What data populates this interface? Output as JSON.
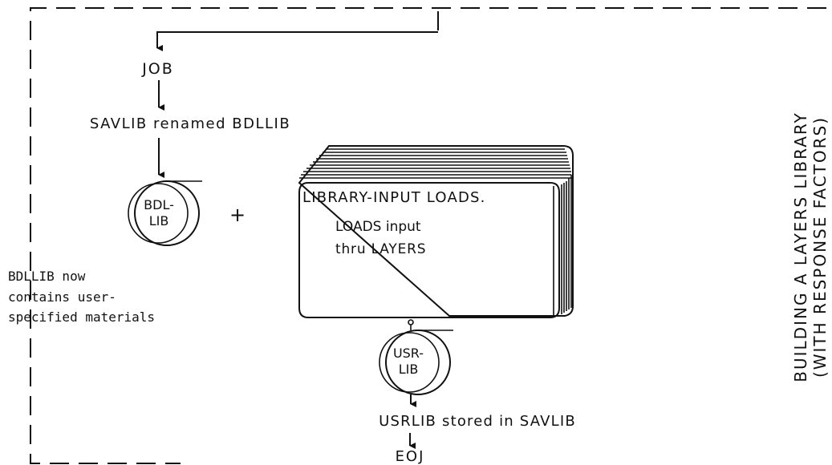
{
  "title_lines": [
    "BUILDING A LAYERS LIBRARY",
    "(WITH RESPONSE FACTORS)"
  ],
  "nodes": {
    "job": "JOB",
    "rename_step": "SAVLIB renamed BDLLIB",
    "bdllib_disk": [
      "BDL-",
      "LIB"
    ],
    "plus": "+",
    "deck_title": "LIBRARY-INPUT LOADS.",
    "deck_lines": [
      "LOADS input",
      "thru LAYERS"
    ],
    "usrlib_disk": [
      "USR-",
      "LIB"
    ],
    "store_step": "USRLIB stored in SAVLIB",
    "eoj": "EOJ"
  },
  "note_lines": [
    "BDLLIB now",
    "contains user-",
    "specified materials"
  ]
}
